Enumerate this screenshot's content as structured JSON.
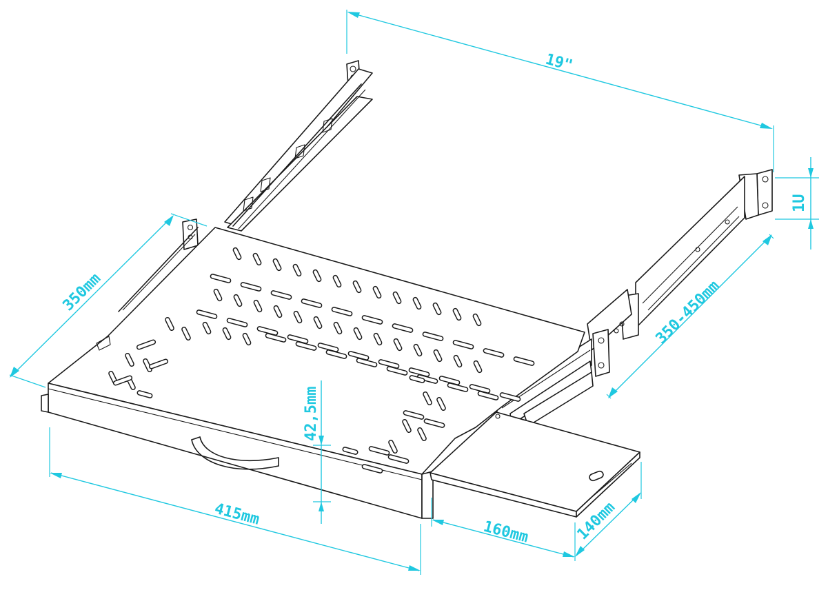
{
  "dimensions": {
    "width_19in": "19\"",
    "height_1u": "1U",
    "rail_adjust": "350-450mm",
    "depth": "350mm",
    "tray_height": "42,5mm",
    "width_415": "415mm",
    "keyboard_extension": "160mm",
    "keyboard_depth": "140mm"
  },
  "colors": {
    "dimension_lines": "#1fc8e0",
    "drawing_lines": "#1a1a1a",
    "background": "#ffffff"
  }
}
